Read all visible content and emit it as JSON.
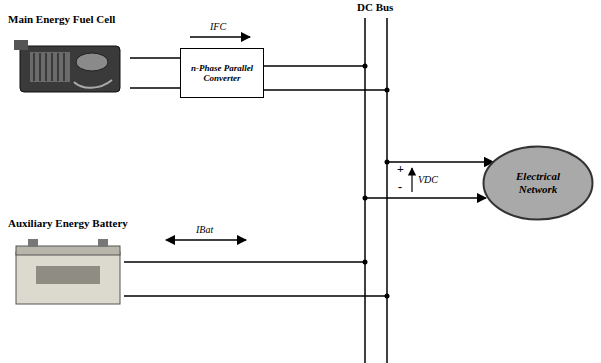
{
  "diagram": {
    "nodes": [
      {
        "text": [
          "Main Energy Fuel Cell"
        ]
      },
      {
        "text": [
          "n-Phase Parallel Converter"
        ]
      },
      {
        "text": [
          "DC Bus"
        ]
      },
      {
        "text": [
          "Auxiliary Energy Battery"
        ]
      },
      {
        "text": [
          "Electrical Network"
        ]
      }
    ],
    "edges": [
      {
        "from": 0,
        "to": 1,
        "arrow": "none"
      },
      {
        "from": 1,
        "to": 2,
        "arrow": "none"
      },
      {
        "from": 3,
        "to": 2,
        "arrow": "none"
      },
      {
        "from": 2,
        "to": 4,
        "arrow": "to"
      }
    ],
    "labels": [
      "IFC",
      "IBat",
      "+",
      "-",
      "VDC"
    ]
  }
}
